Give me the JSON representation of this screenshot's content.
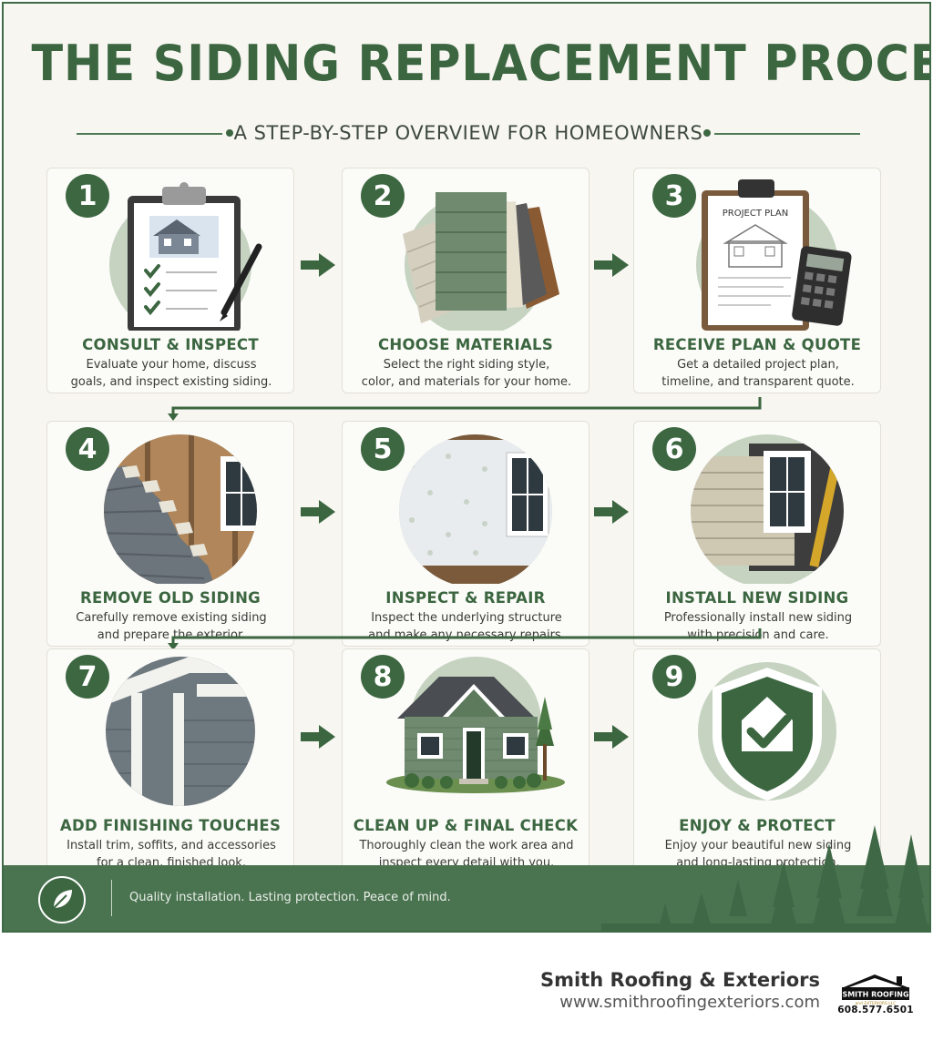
{
  "header": {
    "title": "THE SIDING REPLACEMENT PROCESS",
    "subtitle": "A STEP-BY-STEP OVERVIEW FOR HOMEOWNERS"
  },
  "steps": [
    {
      "number": "1",
      "title": "CONSULT & INSPECT",
      "line1": "Evaluate your home, discuss",
      "line2": "goals, and inspect existing siding."
    },
    {
      "number": "2",
      "title": "CHOOSE MATERIALS",
      "line1": "Select the right siding style,",
      "line2": "color, and materials for your home."
    },
    {
      "number": "3",
      "title": "RECEIVE PLAN & QUOTE",
      "line1": "Get a detailed project plan,",
      "line2": "timeline, and transparent quote."
    },
    {
      "number": "4",
      "title": "REMOVE OLD SIDING",
      "line1": "Carefully remove existing siding",
      "line2": "and prepare the exterior."
    },
    {
      "number": "5",
      "title": "INSPECT & REPAIR",
      "line1": "Inspect the underlying structure",
      "line2": "and make any necessary repairs."
    },
    {
      "number": "6",
      "title": "INSTALL NEW SIDING",
      "line1": "Professionally install new siding",
      "line2": "with precision and care."
    },
    {
      "number": "7",
      "title": "ADD FINISHING TOUCHES",
      "line1": "Install trim, soffits, and accessories",
      "line2": "for a clean, finished look."
    },
    {
      "number": "8",
      "title": "CLEAN UP & FINAL CHECK",
      "line1": "Thoroughly clean the work area and",
      "line2": "inspect every detail with you."
    },
    {
      "number": "9",
      "title": "ENJOY & PROTECT",
      "line1": "Enjoy your beautiful new siding",
      "line2": "and long-lasting protection."
    }
  ],
  "illustration_labels": {
    "project_plan": "PROJECT PLAN"
  },
  "footer": {
    "tagline": "Quality installation. Lasting protection. Peace of mind."
  },
  "brand": {
    "name": "Smith Roofing & Exteriors",
    "url": "www.smithroofingexteriors.com",
    "logo_line1": "SMITH ROOFING",
    "logo_line2": "and EXTERIORS LLC",
    "phone": "608.577.6501"
  },
  "colors": {
    "primary_green": "#3b6640",
    "band_green": "#4a7350",
    "background": "#f7f6f1"
  }
}
